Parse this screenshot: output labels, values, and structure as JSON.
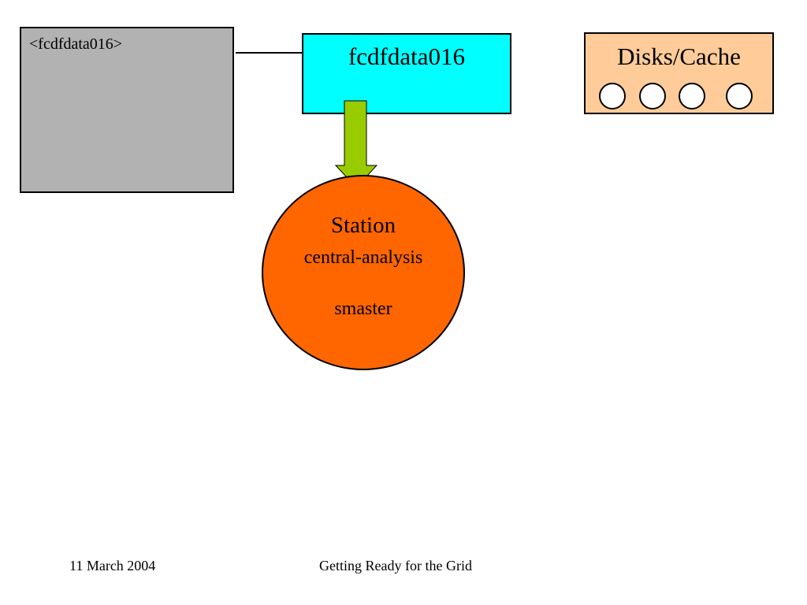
{
  "diagram": {
    "node_label_box": "<fcdfdata016>",
    "node_box": "fcdfdata016",
    "disks_cache": {
      "label": "Disks/Cache",
      "disk_icons": [
        "disk-icon",
        "disk-icon",
        "disk-icon",
        "disk-icon"
      ]
    },
    "station": {
      "title": "Station",
      "name": "central-analysis",
      "role": "smaster"
    }
  },
  "footer": {
    "date": "11 March 2004",
    "title": "Getting Ready for the Grid"
  },
  "colors": {
    "gray_box": "#b2b2b2",
    "node_box": "#00ffff",
    "disks_box": "#ffcc99",
    "station": "#ff6600",
    "arrow": "#99cc00"
  }
}
